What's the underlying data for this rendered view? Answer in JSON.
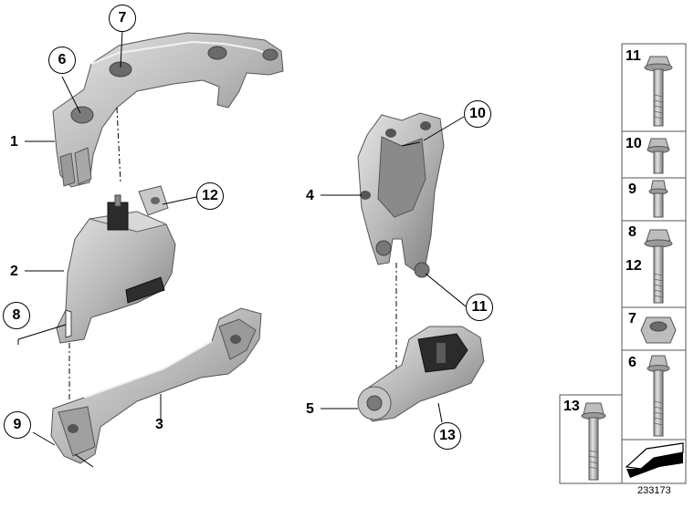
{
  "diagram": {
    "callouts": {
      "part1": "1",
      "part2": "2",
      "part3": "3",
      "part4": "4",
      "part5": "5",
      "part6": "6",
      "part7": "7",
      "part8": "8",
      "part9": "9",
      "part10": "10",
      "part11": "11",
      "part12": "12",
      "part13": "13"
    },
    "parts_panel": {
      "rows": [
        "11",
        "10",
        "9",
        "8",
        "12",
        "7",
        "6",
        "13"
      ]
    },
    "document_number": "233173",
    "colors": {
      "part_fill": "#b9b9b9",
      "part_light": "#dcdcdc",
      "part_dark": "#6e6e6e",
      "rubber": "#2b2b2b",
      "line": "#000000"
    }
  }
}
